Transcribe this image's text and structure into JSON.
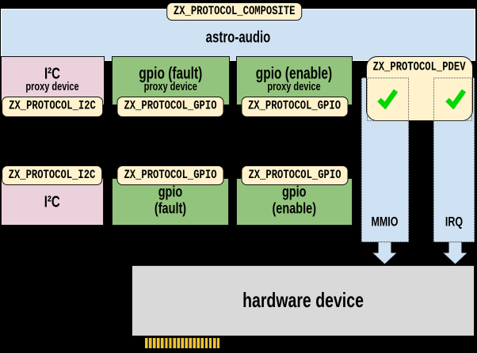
{
  "colors": {
    "bg": "#000000",
    "blue": "#cfe2f3",
    "pink": "#ead1dc",
    "green": "#93c47d",
    "cream": "#fff2cc",
    "gray": "#d9d9d9",
    "gold": "#f1c232",
    "check": "#00d800",
    "border": "#111111"
  },
  "composite": {
    "tag": "ZX_PROTOCOL_COMPOSITE",
    "title": "astro-audio"
  },
  "proxies": [
    {
      "title": "I²C",
      "subtitle": "proxy device",
      "tag": "ZX_PROTOCOL_I2C"
    },
    {
      "title": "gpio (fault)",
      "subtitle": "proxy device",
      "tag": "ZX_PROTOCOL_GPIO"
    },
    {
      "title": "gpio (enable)",
      "subtitle": "proxy device",
      "tag": "ZX_PROTOCOL_GPIO"
    }
  ],
  "pdev": {
    "tag": "ZX_PROTOCOL_PDEV",
    "resources": [
      {
        "label": "MMIO"
      },
      {
        "label": "IRQ"
      }
    ]
  },
  "devices": [
    {
      "tag": "ZX_PROTOCOL_I2C",
      "title": "I²C"
    },
    {
      "tag": "ZX_PROTOCOL_GPIO",
      "title": "gpio",
      "subtitle": "(fault)"
    },
    {
      "tag": "ZX_PROTOCOL_GPIO",
      "title": "gpio",
      "subtitle": "(enable)"
    }
  ],
  "hardware": {
    "label": "hardware device"
  }
}
